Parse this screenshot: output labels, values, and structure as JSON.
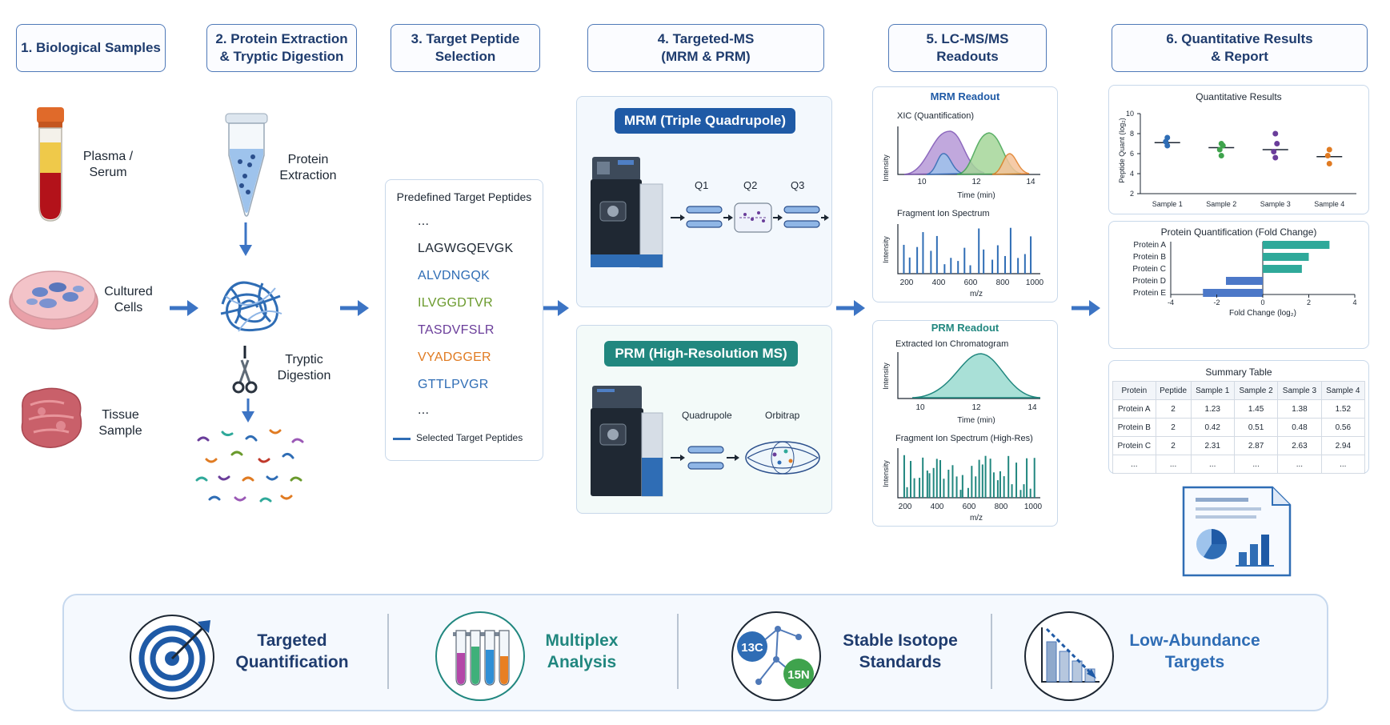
{
  "steps": [
    {
      "label": "1. Biological Samples"
    },
    {
      "label": "2. Protein Extraction\n& Tryptic Digestion"
    },
    {
      "label": "3. Target Peptide\nSelection"
    },
    {
      "label": "4. Targeted-MS\n(MRM & PRM)"
    },
    {
      "label": "5. LC-MS/MS\nReadouts"
    },
    {
      "label": "6. Quantitative Results\n& Report"
    }
  ],
  "samples": {
    "plasma": "Plasma /\nSerum",
    "cells": "Cultured\nCells",
    "tissue": "Tissue\nSample"
  },
  "extraction": {
    "protein_extraction": "Protein\nExtraction",
    "tryptic_digestion": "Tryptic\nDigestion"
  },
  "peptides": {
    "title": "Predefined Target Peptides",
    "ellipsis": "...",
    "list": [
      {
        "seq": "LAGWGQEVGK",
        "color": "#1d2733"
      },
      {
        "seq": "ALVDNGQK",
        "color": "#2f6db5"
      },
      {
        "seq": "ILVGGDTVR",
        "color": "#6a9a2c"
      },
      {
        "seq": "TASDVFSLR",
        "color": "#6a3d9a"
      },
      {
        "seq": "VYADGGER",
        "color": "#e07b22"
      },
      {
        "seq": "GTTLPVGR",
        "color": "#2f6db5"
      }
    ],
    "legend": "Selected Target Peptides"
  },
  "mrm": {
    "title": "MRM (Triple Quadrupole)",
    "q1": "Q1",
    "q2": "Q2",
    "q3": "Q3"
  },
  "prm": {
    "title": "PRM (High-Resolution MS)",
    "quadrupole": "Quadrupole",
    "orbitrap": "Orbitrap"
  },
  "mrm_readout": {
    "title": "MRM Readout",
    "xic_title": "XIC (Quantification)",
    "ylabel": "Intensity",
    "xic_xlabel": "Time (min)",
    "xic_ticks": [
      "10",
      "12",
      "14"
    ],
    "frag_title": "Fragment Ion Spectrum",
    "frag_xlabel": "m/z",
    "frag_ticks": [
      "200",
      "400",
      "600",
      "800",
      "1000"
    ]
  },
  "prm_readout": {
    "title": "PRM Readout",
    "eic_title": "Extracted Ion Chromatogram",
    "ylabel": "Intensity",
    "eic_xlabel": "Time (min)",
    "eic_ticks": [
      "10",
      "12",
      "14"
    ],
    "frag_title": "Fragment Ion Spectrum (High-Res)",
    "frag_xlabel": "m/z",
    "frag_ticks": [
      "200",
      "400",
      "600",
      "800",
      "1000"
    ]
  },
  "chart_data": [
    {
      "type": "scatter",
      "title": "Quantitative Results",
      "ylabel": "Peptide Quant (log₂)",
      "categories": [
        "Sample 1",
        "Sample 2",
        "Sample 3",
        "Sample 4"
      ],
      "yticks": [
        "2",
        "4",
        "6",
        "8",
        "10"
      ],
      "ylim": [
        2,
        10
      ],
      "colors": [
        "#2f6db5",
        "#3fa34d",
        "#6a3d9a",
        "#e07b22"
      ],
      "points": [
        [
          7.6,
          6.8,
          7.2
        ],
        [
          7.0,
          5.8,
          6.4,
          6.8
        ],
        [
          8.0,
          5.6,
          6.2,
          7.0
        ],
        [
          6.4,
          5.0,
          5.8
        ]
      ],
      "medians": [
        7.1,
        6.6,
        6.4,
        5.7
      ]
    },
    {
      "type": "bar",
      "title": "Protein Quantification (Fold Change)",
      "xlabel": "Fold Change (log₂)",
      "categories": [
        "Protein A",
        "Protein B",
        "Protein C",
        "Protein D",
        "Protein E"
      ],
      "values": [
        2.9,
        2.0,
        1.7,
        -1.6,
        -2.6
      ],
      "xticks": [
        "-4",
        "-2",
        "0",
        "2",
        "4"
      ],
      "xlim": [
        -4,
        4
      ],
      "colors": {
        "positive": "#2fa99a",
        "negative": "#4c78c8"
      }
    }
  ],
  "summary": {
    "title": "Summary Table",
    "headers": [
      "Protein",
      "Peptide",
      "Sample 1",
      "Sample 2",
      "Sample 3",
      "Sample 4"
    ],
    "rows": [
      [
        "Protein A",
        "2",
        "1.23",
        "1.45",
        "1.38",
        "1.52"
      ],
      [
        "Protein B",
        "2",
        "0.42",
        "0.51",
        "0.48",
        "0.56"
      ],
      [
        "Protein C",
        "2",
        "2.31",
        "2.87",
        "2.63",
        "2.94"
      ],
      [
        "...",
        "...",
        "...",
        "...",
        "...",
        "..."
      ]
    ]
  },
  "features": [
    {
      "label": "Targeted\nQuantification",
      "color": "#1f3c6e",
      "icon": "target-icon"
    },
    {
      "label": "Multiplex\nAnalysis",
      "color": "#21877f",
      "icon": "test-tubes-icon"
    },
    {
      "label": "Stable Isotope\nStandards",
      "color": "#1f3c6e",
      "icon": "isotope-icon",
      "c13": "13C",
      "n15": "15N"
    },
    {
      "label": "Low-Abundance\nTargets",
      "color": "#2f6db5",
      "icon": "declining-bars-icon"
    }
  ],
  "palette": {
    "accent": "#2f6db5",
    "prm_teal": "#21877f",
    "mrm_blue": "#1f5aa6"
  }
}
